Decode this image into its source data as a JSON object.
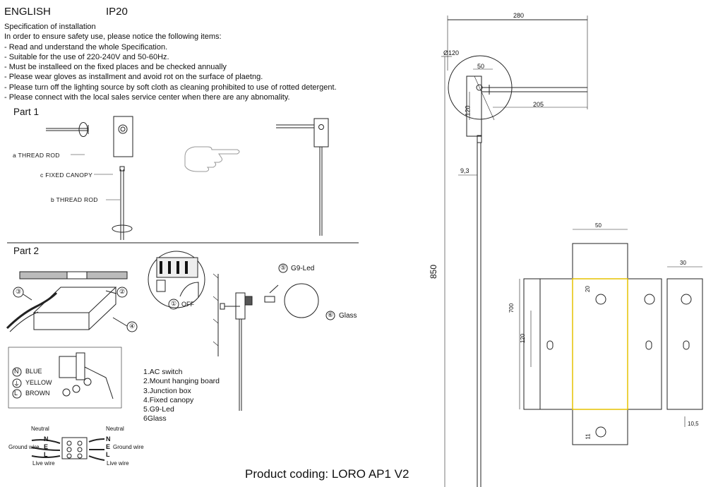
{
  "header": {
    "language": "ENGLISH",
    "ip_rating": "IP20"
  },
  "specification": {
    "title": "Specification of installation",
    "intro": "In order to ensure safety use, please notice the following items:",
    "items": [
      "- Read and understand the whole Specification.",
      "- Suitable for the use of 220-240V and 50-60Hz.",
      "- Must be installeed on the fixed places and be checked annually",
      "- Please wear gloves as installment and avoid rot on the surface of plaetng.",
      "- Please turn off the lighting source by soft cloth as cleaning prohibited to use of rotted detergent.",
      "- Please connect with the local sales service center when there are any abnomality."
    ]
  },
  "part1": {
    "title": "Part 1",
    "labels": {
      "thread_rod_a": "a THREAD ROD",
      "fixed_canopy_c": "c FIXED CANOPY",
      "thread_rod_b": "b THREAD ROD"
    }
  },
  "part2": {
    "title": "Part 2",
    "callouts": [
      "③",
      "②",
      "④",
      "①",
      "⑤",
      "⑥"
    ],
    "switch_label": "OFF",
    "g9_label": "G9-Led",
    "glass_label": "Glass",
    "wires": [
      {
        "letter": "N",
        "name": "BLUE"
      },
      {
        "letter": "⏚",
        "name": "YELLOW"
      },
      {
        "letter": "L",
        "name": "BROWN"
      }
    ],
    "parts_list": [
      "1.AC switch",
      "2.Mount hanging board",
      "3.Junction box",
      "4.Fixed canopy",
      "5.G9-Led",
      "6Glass"
    ],
    "wiring": {
      "neutral": "Neutral",
      "ground": "Ground wire",
      "live": "Live wire",
      "n": "N",
      "e": "E",
      "l": "L"
    }
  },
  "dimensions": {
    "width_total": "280",
    "diameter": "Ø120",
    "arm_offset": "50",
    "arm_length": "205",
    "canopy_height": "120",
    "rod_dia": "9,3",
    "total_height": "850",
    "plate_width": "50",
    "plate_height": "700",
    "plate_inner": "120",
    "hole_offset": "20",
    "bottom_offset": "11",
    "side_width": "30",
    "side_offset": "10,5"
  },
  "footer": {
    "product_coding": "Product coding: LORO AP1 V2"
  }
}
